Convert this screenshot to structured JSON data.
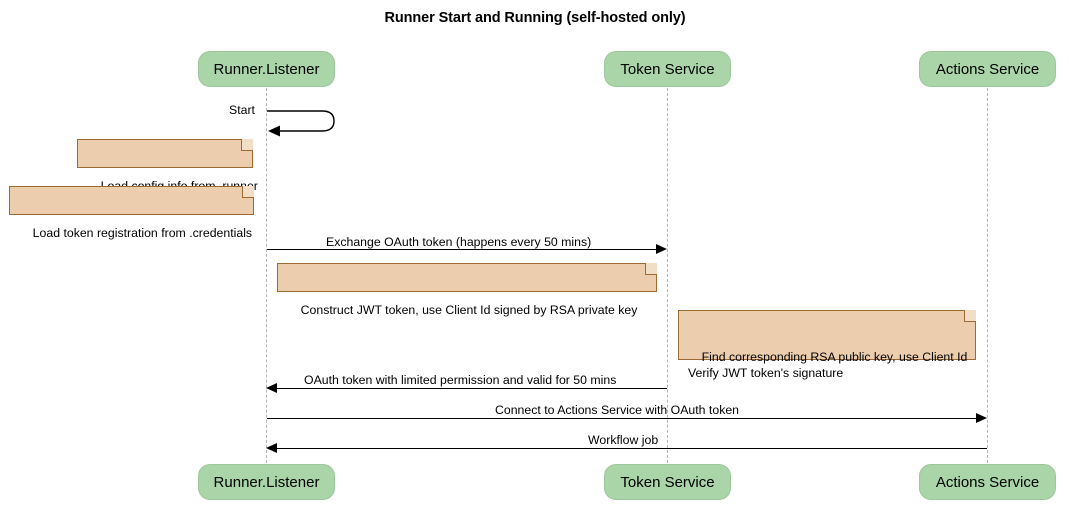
{
  "diagram": {
    "title": "Runner Start and Running (self-hosted only)",
    "type": "sequence-diagram",
    "colors": {
      "participant_fill": "#a9d5a9",
      "participant_border": "#9cc79c",
      "note_fill": "#ecceae",
      "note_border": "#9c6a33",
      "lifeline": "#b3b3b3",
      "line": "#000000",
      "background": "#ffffff"
    }
  },
  "participants": [
    {
      "id": "runner",
      "label": "Runner.Listener"
    },
    {
      "id": "token",
      "label": "Token Service"
    },
    {
      "id": "actions",
      "label": "Actions Service"
    }
  ],
  "messages": [
    {
      "id": "start",
      "label": "Start",
      "kind": "self",
      "from": "runner",
      "to": "runner"
    },
    {
      "id": "exchange-oauth-token",
      "label": "Exchange OAuth token (happens every 50 mins)",
      "kind": "sync",
      "direction": "right",
      "from": "runner",
      "to": "token"
    },
    {
      "id": "oauth-token-reply",
      "label": "OAuth token with limited permission and valid for 50 mins",
      "kind": "sync",
      "direction": "left",
      "from": "token",
      "to": "runner"
    },
    {
      "id": "connect-actions-service",
      "label": "Connect to Actions Service with OAuth token",
      "kind": "sync",
      "direction": "right",
      "from": "runner",
      "to": "actions"
    },
    {
      "id": "workflow-job",
      "label": "Workflow job",
      "kind": "sync",
      "direction": "left",
      "from": "actions",
      "to": "runner"
    }
  ],
  "notes": [
    {
      "id": "load-config",
      "text": "Load config info from .runner"
    },
    {
      "id": "load-token-registration",
      "text": "Load token registration from .credentials"
    },
    {
      "id": "construct-jwt",
      "text": "Construct JWT token, use Client Id signed by RSA private key"
    },
    {
      "id": "verify-jwt",
      "text": "Find corresponding RSA public key, use Client Id\nVerify JWT token's signature"
    }
  ]
}
